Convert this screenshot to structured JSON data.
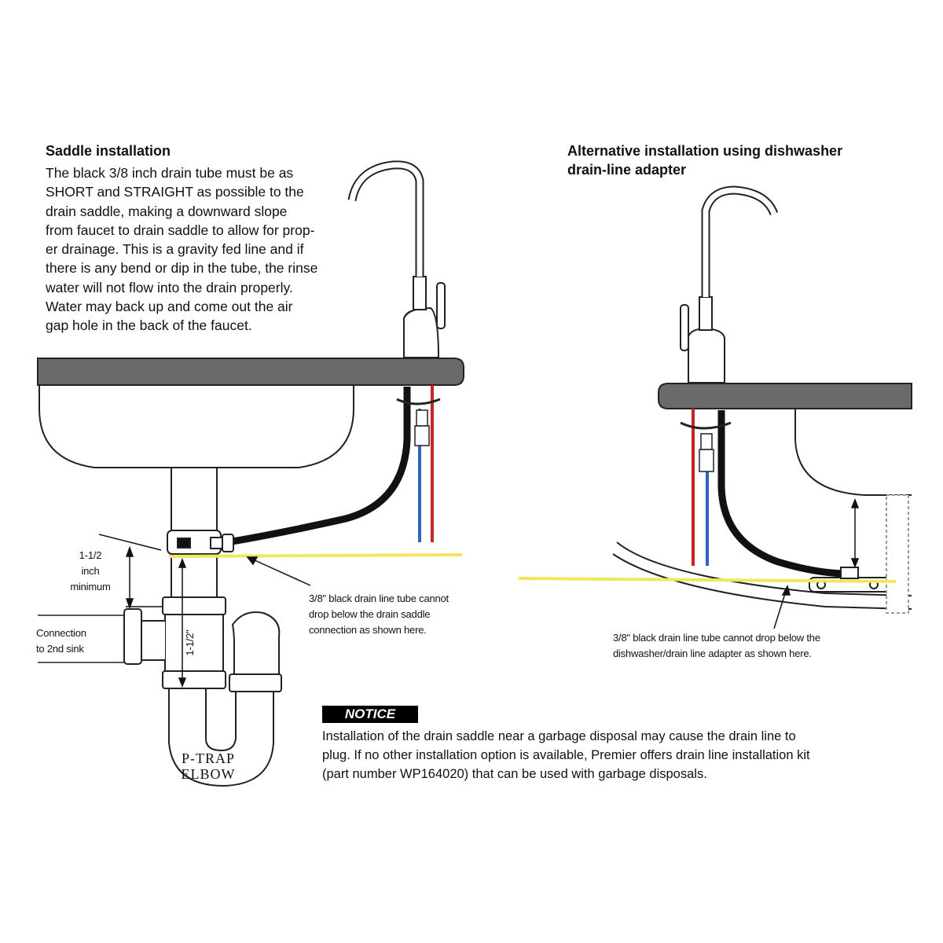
{
  "saddle": {
    "heading": "Saddle installation",
    "lines": [
      "The black 3/8 inch drain tube must be as",
      "SHORT and STRAIGHT as possible to the",
      "drain saddle, making a downward slope",
      "from faucet to drain saddle to allow for prop-",
      "er drainage. This is a gravity fed line and if",
      "there is any bend or dip in the tube, the rinse",
      "water will not flow into the drain properly.",
      "Water may back up and come out the air",
      "gap hole in the back of the faucet."
    ],
    "dim_label": [
      "1-1/2",
      "inch",
      "minimum"
    ],
    "vertical_dim": "1-1/2\"",
    "second_sink": [
      "Connection",
      "to 2nd sink"
    ],
    "ptrap": [
      "P-TRAP",
      "ELBOW"
    ],
    "callout": [
      "3/8\" black drain line tube cannot",
      "drop below the drain saddle",
      "connection as shown here."
    ]
  },
  "alternative": {
    "heading": [
      "Alternative installation using dishwasher",
      "drain-line adapter"
    ],
    "callout": [
      "3/8\" black drain line tube cannot drop below the",
      "dishwasher/drain line adapter as shown here."
    ]
  },
  "notice": {
    "tag": "NOTICE",
    "lines": [
      "Installation of the drain saddle near a garbage disposal may cause the drain line to",
      "plug. If no other installation option is available, Premier offers drain line installation kit",
      "(part number WP164020) that can be used with garbage disposals."
    ]
  },
  "colors": {
    "counter": "#6a6a6a",
    "guide_line": "#f2e65a",
    "hot_line": "#d62020",
    "cold_line": "#2a63c9",
    "drain_tube": "#111111"
  }
}
